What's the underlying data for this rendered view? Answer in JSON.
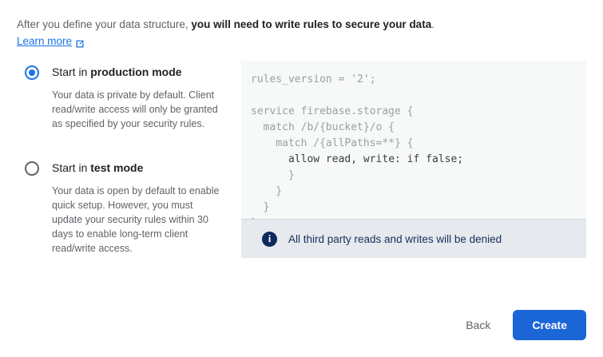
{
  "intro": {
    "lead": "After you define your data structure, ",
    "emphasis": "you will need to write rules to secure your data",
    "tail": ".",
    "learn_more_label": "Learn more",
    "learn_more_icon": "external-link-icon"
  },
  "options": [
    {
      "id": "production-mode",
      "label_prefix": "Start in ",
      "label_strong": "production mode",
      "selected": true,
      "description": "Your data is private by default. Client read/write access will only be granted as specified by your security rules."
    },
    {
      "id": "test-mode",
      "label_prefix": "Start in ",
      "label_strong": "test mode",
      "selected": false,
      "description": "Your data is open by default to enable quick setup. However, you must update your security rules within 30 days to enable long-term client read/write access."
    }
  ],
  "code_panel": {
    "language": "firebase-storage-rules",
    "lines_before_highlight": "rules_version = '2';\n\nservice firebase.storage {\n  match /b/{bucket}/o {\n    match /{allPaths=**} {\n      ",
    "highlight_line": "allow read, write: if false;",
    "lines_after_highlight": "\n      }\n    }\n  }\n}",
    "info_icon": "info-circle-icon",
    "info_message": "All third party reads and writes will be denied"
  },
  "footer": {
    "back_label": "Back",
    "create_label": "Create"
  },
  "colors": {
    "accent_blue": "#1a73e8",
    "button_blue": "#1b66d6",
    "link_blue": "#1a73e8",
    "info_navy": "#0d2a5c",
    "code_bg": "#f7f8f8",
    "info_bar_bg": "#e6e9ed",
    "body_text": "#3c4043",
    "muted_text": "#5f6368"
  }
}
